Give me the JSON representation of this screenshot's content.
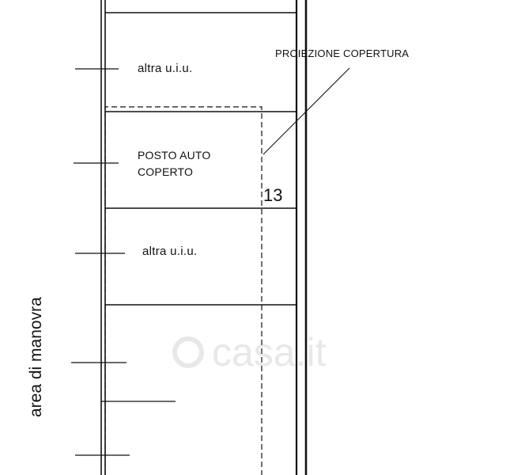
{
  "labels": {
    "altra_uiu_top": "altra u.i.u.",
    "altra_uiu_mid": "altra u.i.u.",
    "posto_auto_line1": "POSTO AUTO",
    "posto_auto_line2": "COPERTO",
    "proiezione_copertura": "PROIEZIONE COPERTURA",
    "number": "13",
    "area_di_manovra": "area di manovra"
  },
  "watermark": "casa.it",
  "colors": {
    "line": "#111111",
    "watermark": "#969696"
  }
}
